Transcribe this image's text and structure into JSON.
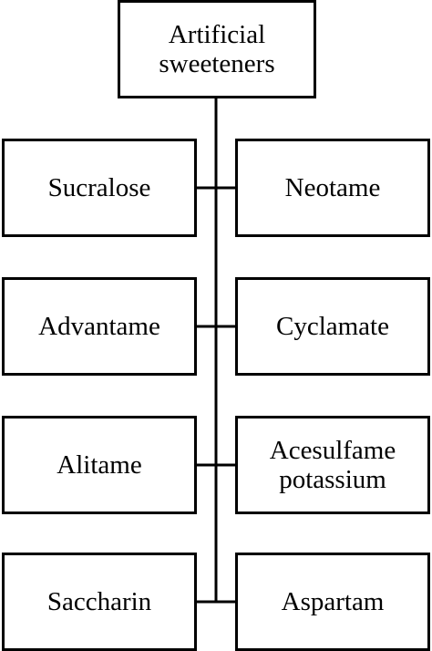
{
  "diagram": {
    "root": {
      "label": "Artificial\nsweeteners"
    },
    "left_children": [
      {
        "label": "Sucralose"
      },
      {
        "label": "Advantame"
      },
      {
        "label": "Alitame"
      },
      {
        "label": "Saccharin"
      }
    ],
    "right_children": [
      {
        "label": "Neotame"
      },
      {
        "label": "Cyclamate"
      },
      {
        "label": "Acesulfame\npotassium"
      },
      {
        "label": "Aspartam"
      }
    ]
  }
}
